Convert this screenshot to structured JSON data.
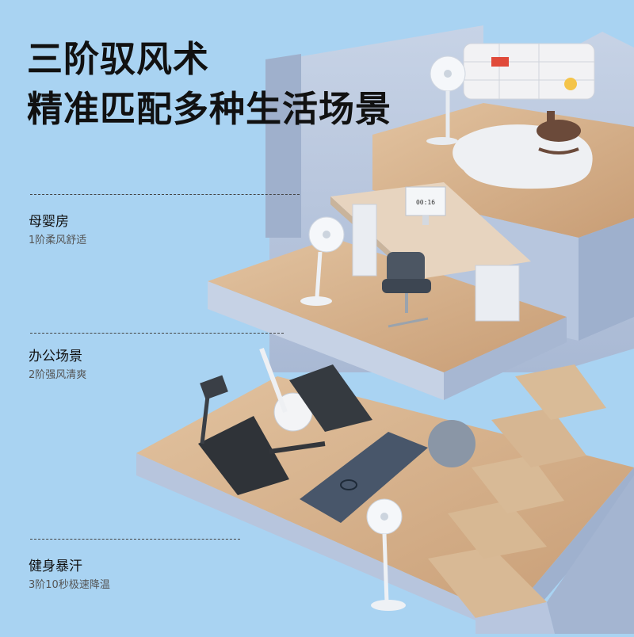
{
  "headline": {
    "line1": "三阶驭风术",
    "line2": "精准匹配多种生活场景"
  },
  "scenes": [
    {
      "title": "母婴房",
      "desc": "1阶柔风舒适"
    },
    {
      "title": "办公场景",
      "desc": "2阶强风清爽"
    },
    {
      "title": "健身暴汗",
      "desc": "3阶10秒极速降温"
    }
  ],
  "monitor": {
    "time": "00:16"
  },
  "colors": {
    "background": "#a9d3f2",
    "wall": "#b4c4de",
    "wood": "#d4b08c",
    "dash": "#444444"
  }
}
